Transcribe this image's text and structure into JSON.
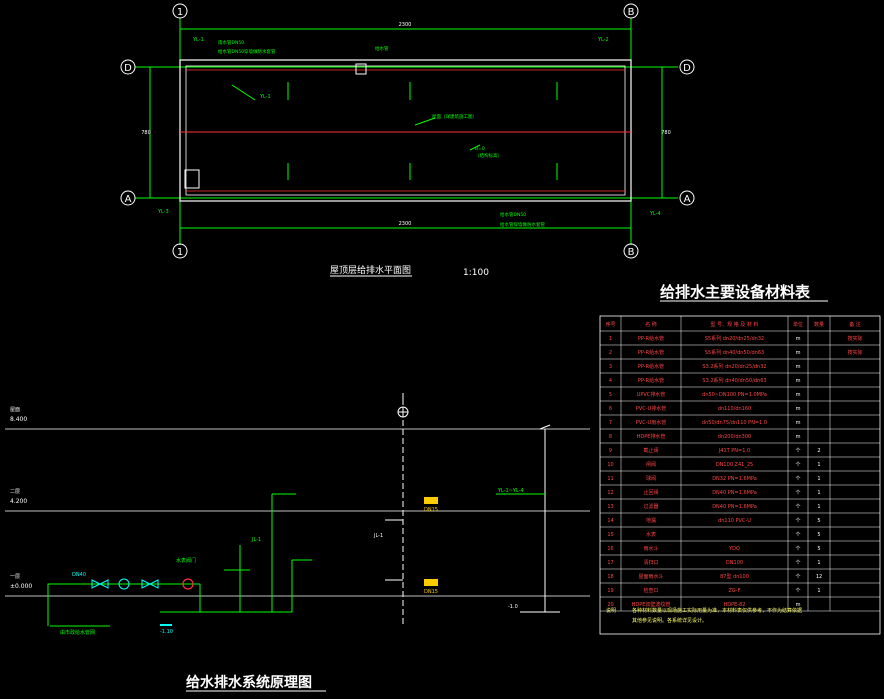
{
  "plan": {
    "axis_labels": {
      "left_top": "1",
      "right_top": "B",
      "left_bottom": "1",
      "right_bottom": "B",
      "row_top": "D",
      "row_bottom": "A"
    },
    "dim_top": "2300",
    "dim_bottom": "2300",
    "dim_left": "780",
    "dim_right": "780",
    "pipe_yl1": "YL-1",
    "pipe_yl2": "YL-2",
    "pipe_yl3": "YL-3",
    "pipe_yl4": "YL-4",
    "note_top_left": "雨水管DN50",
    "note_top_left2": "给水管DN50穿墙做防水套管",
    "note_center": "屋面（详建筑施工图）",
    "note_center2": "B=0",
    "note_center3": "（结构标高）",
    "note_inlet": "给水管",
    "note_bottom_right": "给水管DN50",
    "note_bottom_right2": "给水管穿墙做防水套管",
    "title": "屋顶层给排水平面图",
    "scale": "1:100"
  },
  "schematic": {
    "level_roof": "8.400",
    "level_roof_name": "屋面",
    "level_2": "4.200",
    "level_2_name": "二层",
    "level_1": "±0.000",
    "level_1_name": "一层",
    "tag_yl1_yl4": "YL-1~YL-4",
    "tag_jl1": "JL-1",
    "tag_dn15_a": "DN15",
    "tag_dn15_b": "DN15",
    "tag_dn40": "DN40",
    "tag_valve": "水表阀门",
    "tag_inlet": "由市政给水管网",
    "tag_m10": "-1.0",
    "tag_m10b": "-1.10",
    "title": "给水排水系统原理图"
  },
  "table": {
    "title": "给排水主要设备材料表",
    "headers": [
      "序号",
      "名 称",
      "型 号、规 格 及 材 料",
      "单位",
      "数量",
      "备 注"
    ],
    "rows": [
      [
        "1",
        "PP-R给水管",
        "S5系列  dn20/dn25/dn32",
        "m",
        "",
        "按实际"
      ],
      [
        "2",
        "PP-R给水管",
        "S5系列  dn40/dn50/dn63",
        "m",
        "",
        "按实际"
      ],
      [
        "3",
        "PP-R给水管",
        "S3.2系列  dn20/dn25/dn32",
        "m",
        "",
        ""
      ],
      [
        "4",
        "PP-R给水管",
        "S3.2系列  dn40/dn50/dn63",
        "m",
        "",
        ""
      ],
      [
        "5",
        "UPVC排水管",
        "dn50~DN100    PN=1.0MPa",
        "m",
        "",
        ""
      ],
      [
        "6",
        "PVC-U排水管",
        "dn110/dn160",
        "m",
        "",
        ""
      ],
      [
        "7",
        "PVC-U雨水管",
        "dn50/dn75/dn110 PN=1.0",
        "m",
        "",
        ""
      ],
      [
        "8",
        "HDPE排水管",
        "dn200/dn300",
        "m",
        "",
        ""
      ],
      [
        "9",
        "截止阀",
        "J41T   PN=1.0",
        "个",
        "2",
        ""
      ],
      [
        "10",
        "闸阀",
        "DN100   Z41_25",
        "个",
        "1",
        ""
      ],
      [
        "11",
        "球阀",
        "DN32   PN=1.6MPa",
        "个",
        "1",
        ""
      ],
      [
        "12",
        "止回阀",
        "DN40   PN=1.6MPa",
        "个",
        "1",
        ""
      ],
      [
        "13",
        "过滤器",
        "DN40   PN=1.6MPa",
        "个",
        "1",
        ""
      ],
      [
        "14",
        "地漏",
        "dn110   PVC-U",
        "个",
        "5",
        ""
      ],
      [
        "15",
        "水表",
        "",
        "个",
        "5",
        ""
      ],
      [
        "16",
        "雨水斗",
        "YDQ",
        "个",
        "5",
        ""
      ],
      [
        "17",
        "清扫口",
        "DN100",
        "个",
        "1",
        ""
      ],
      [
        "18",
        "屋面雨水斗",
        "87型 dn100",
        "个",
        "12",
        ""
      ],
      [
        "19",
        "检查口",
        "ZG-F",
        "个",
        "1",
        ""
      ],
      [
        "20",
        "HDPE双壁波纹管",
        "HDPE-82",
        "m",
        "",
        ""
      ]
    ],
    "note_label": "说明",
    "note_line1": "各种材料数量以现场施工实际用量为准，本材料表仅供参考，不作为结算依据",
    "note_line2": "其他参见说明。各系统详见设计。"
  }
}
